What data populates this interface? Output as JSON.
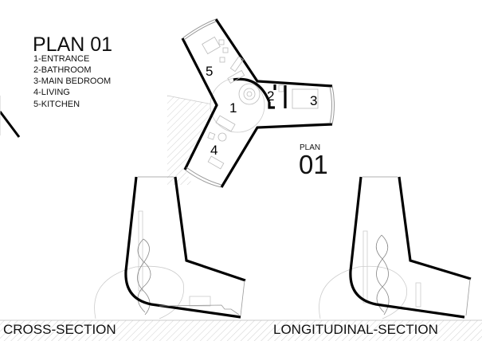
{
  "legend": {
    "title": "PLAN 01",
    "items": [
      "1-ENTRANCE",
      "2-BATHROOM",
      "3-MAIN BEDROOM",
      "4-LIVING",
      "5-KITCHEN"
    ]
  },
  "plan": {
    "room_numbers": [
      "1",
      "2",
      "3",
      "4",
      "5"
    ],
    "label_small": "PLAN",
    "label_big": "01"
  },
  "sections": {
    "cross": "CROSS-SECTION",
    "longitudinal": "LONGITUDINAL-SECTION"
  }
}
